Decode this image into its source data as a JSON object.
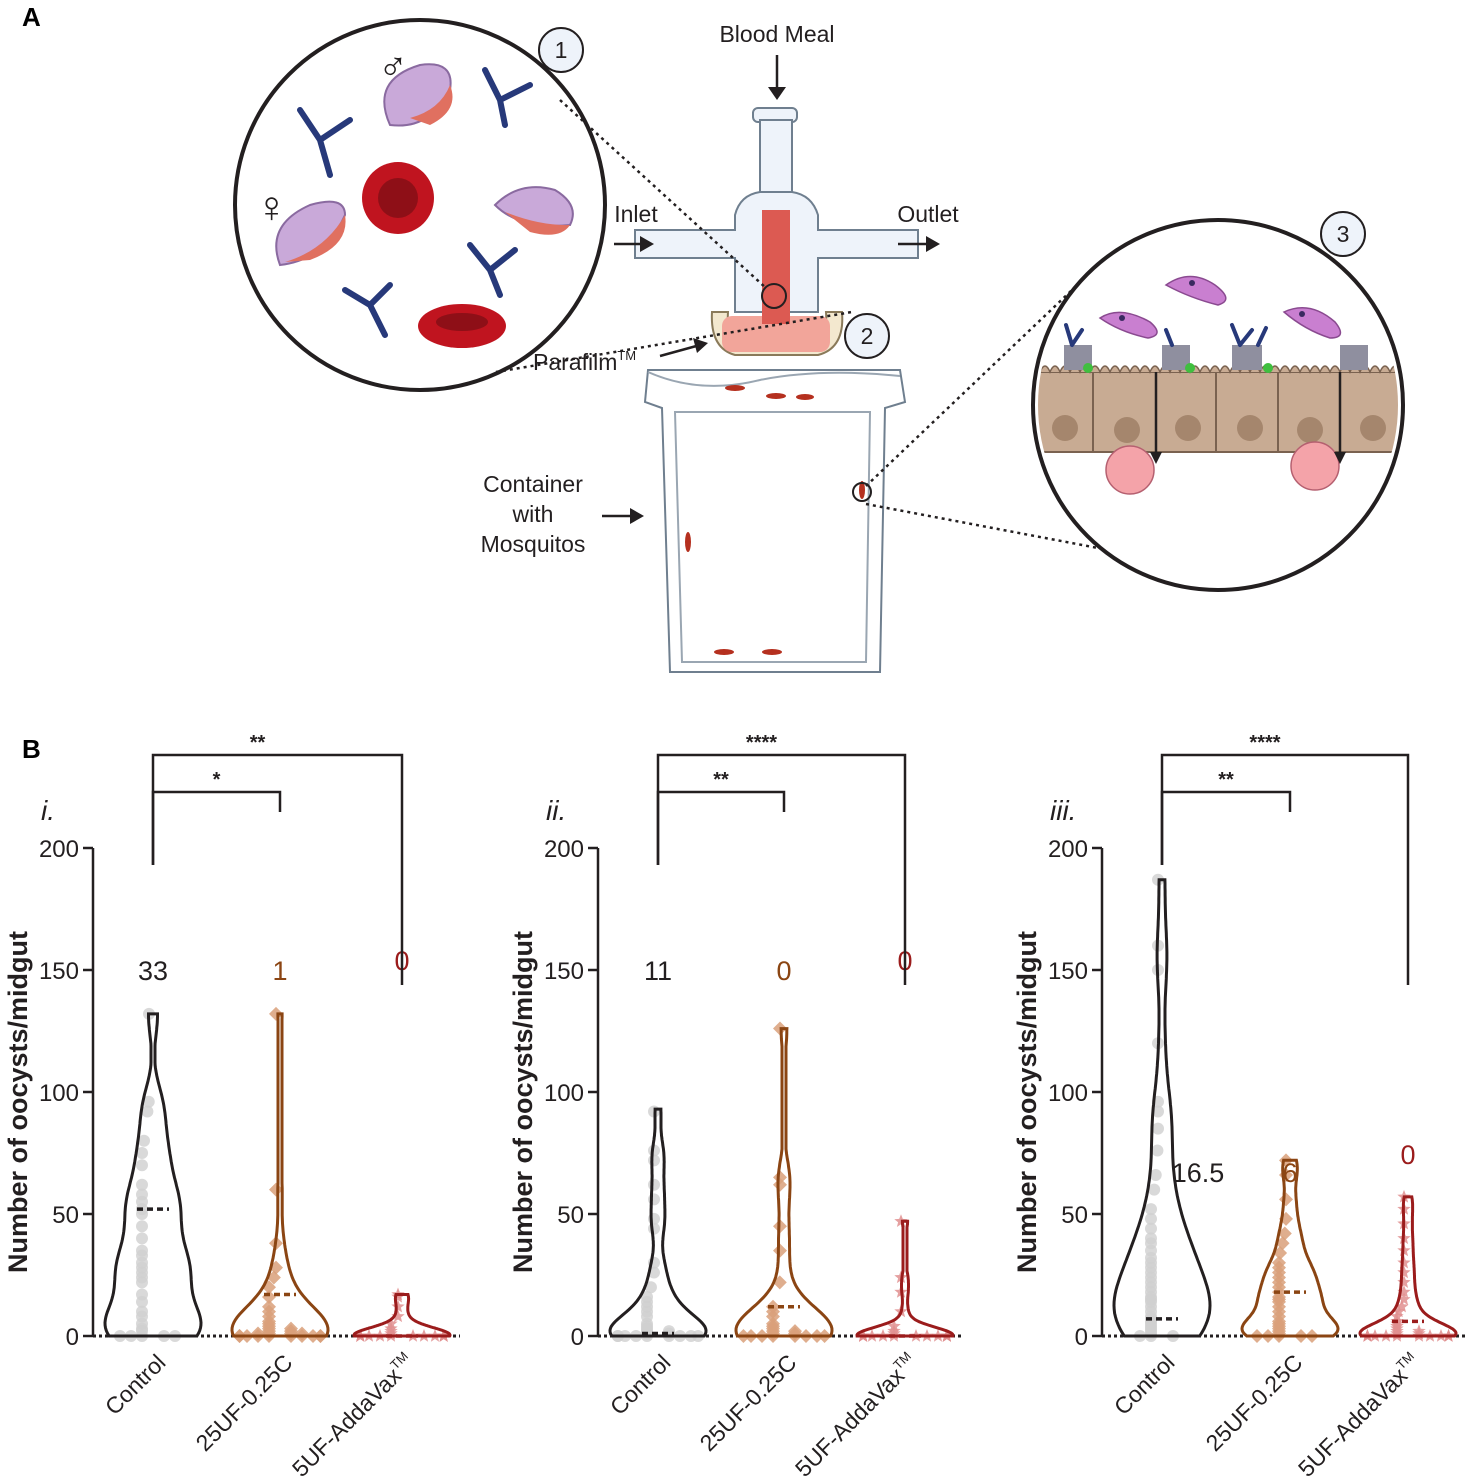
{
  "panel_labels": {
    "a": "A",
    "b": "B"
  },
  "diagram": {
    "blood_meal": "Blood Meal",
    "inlet": "Inlet",
    "outlet": "Outlet",
    "parafilm": "Parafilm",
    "parafilm_tm": "TM",
    "container_line1": "Container",
    "container_line2": "with",
    "container_line3": "Mosquitos",
    "step1": "1",
    "step2": "2",
    "step3": "3",
    "male_symbol": "♂",
    "female_symbol": "♀"
  },
  "colors": {
    "control": "#231f20",
    "control_points": "#cfcfcf",
    "c25": "#8b4513",
    "c25_points": "#d9a07a",
    "c5": "#9b1c1c",
    "c5_points": "#e08f8f",
    "antibody": "#27397a",
    "rbc": "#c0141f",
    "parasite": "#c9a9d9",
    "epithelium": "#c8ab93"
  },
  "chart_data": [
    {
      "type": "violin",
      "panel_label": "i.",
      "ylabel": "Number of oocysts/midgut",
      "ylim": [
        0,
        200
      ],
      "yticks": [
        0,
        50,
        100,
        150,
        200
      ],
      "categories": [
        "Control",
        "25UF-0.25C",
        "5UF-AddaVax"
      ],
      "category_tm": [
        "",
        "",
        "TM"
      ],
      "median_labels": [
        "33",
        "1",
        "0"
      ],
      "series": [
        {
          "max": 132,
          "median": 52,
          "points": [
            0,
            0,
            0,
            0,
            0,
            2,
            3,
            5,
            8,
            10,
            14,
            17,
            22,
            24,
            26,
            28,
            30,
            33,
            35,
            40,
            45,
            50,
            52,
            55,
            58,
            62,
            70,
            75,
            80,
            92,
            96,
            132
          ]
        },
        {
          "max": 132,
          "median": 17,
          "points": [
            0,
            0,
            0,
            0,
            0,
            0,
            0,
            0,
            0,
            0,
            1,
            1,
            1,
            1,
            2,
            2,
            3,
            3,
            4,
            5,
            6,
            8,
            10,
            12,
            16,
            20,
            24,
            28,
            38,
            60,
            132
          ]
        },
        {
          "max": 17,
          "median": 0,
          "points": [
            0,
            0,
            0,
            0,
            0,
            0,
            0,
            0,
            0,
            0,
            0,
            0,
            0,
            0,
            0,
            1,
            2,
            3,
            5,
            8,
            12,
            16,
            17
          ]
        }
      ],
      "significance": [
        {
          "from": 0,
          "to": 1,
          "label": "*"
        },
        {
          "from": 0,
          "to": 2,
          "label": "**"
        }
      ]
    },
    {
      "type": "violin",
      "panel_label": "ii.",
      "ylabel": "Number of oocysts/midgut",
      "ylim": [
        0,
        200
      ],
      "yticks": [
        0,
        50,
        100,
        150,
        200
      ],
      "categories": [
        "Control",
        "25UF-0.25C",
        "5UF-AddaVax"
      ],
      "category_tm": [
        "",
        "",
        "TM"
      ],
      "median_labels": [
        "11",
        "0",
        "0"
      ],
      "series": [
        {
          "max": 93,
          "median": 1,
          "points": [
            0,
            0,
            0,
            0,
            0,
            0,
            0,
            0,
            0,
            1,
            1,
            2,
            2,
            3,
            4,
            5,
            8,
            10,
            12,
            14,
            16,
            20,
            26,
            30,
            44,
            48,
            56,
            62,
            72,
            76,
            92
          ]
        },
        {
          "max": 126,
          "median": 12,
          "points": [
            0,
            0,
            0,
            0,
            0,
            0,
            0,
            0,
            1,
            1,
            2,
            2,
            3,
            4,
            5,
            8,
            10,
            12,
            22,
            35,
            45,
            62,
            65,
            126
          ]
        },
        {
          "max": 47,
          "median": 0,
          "points": [
            0,
            0,
            0,
            0,
            0,
            0,
            0,
            0,
            0,
            0,
            0,
            0,
            0,
            0,
            0,
            0,
            1,
            2,
            4,
            10,
            18,
            24,
            47
          ]
        }
      ],
      "significance": [
        {
          "from": 0,
          "to": 1,
          "label": "**"
        },
        {
          "from": 0,
          "to": 2,
          "label": "****"
        }
      ]
    },
    {
      "type": "violin",
      "panel_label": "iii.",
      "ylabel": "Number of oocysts/midgut",
      "ylim": [
        0,
        200
      ],
      "yticks": [
        0,
        50,
        100,
        150,
        200
      ],
      "categories": [
        "Control",
        "25UF-0.25C",
        "5UF-AddaVax"
      ],
      "category_tm": [
        "",
        "",
        "TM"
      ],
      "median_labels": [
        "16.5",
        "6",
        "0"
      ],
      "series": [
        {
          "max": 187,
          "median": 7,
          "points": [
            0,
            0,
            0,
            1,
            2,
            3,
            4,
            5,
            6,
            7,
            8,
            10,
            12,
            14,
            15,
            16,
            18,
            20,
            22,
            24,
            26,
            28,
            30,
            32,
            35,
            38,
            40,
            44,
            48,
            52,
            60,
            66,
            76,
            85,
            92,
            96,
            120,
            150,
            160,
            187
          ]
        },
        {
          "max": 72,
          "median": 18,
          "points": [
            0,
            0,
            0,
            0,
            0,
            1,
            2,
            3,
            4,
            5,
            6,
            8,
            10,
            12,
            14,
            15,
            16,
            18,
            20,
            22,
            24,
            26,
            28,
            30,
            34,
            38,
            42,
            48,
            56,
            66,
            72
          ]
        },
        {
          "max": 57,
          "median": 6,
          "points": [
            0,
            0,
            0,
            0,
            0,
            0,
            0,
            0,
            0,
            0,
            0,
            0,
            1,
            1,
            2,
            2,
            3,
            4,
            5,
            6,
            8,
            10,
            12,
            15,
            18,
            22,
            26,
            30,
            35,
            40,
            46,
            52,
            57
          ]
        }
      ],
      "significance": [
        {
          "from": 0,
          "to": 1,
          "label": "**"
        },
        {
          "from": 0,
          "to": 2,
          "label": "****"
        }
      ]
    }
  ]
}
